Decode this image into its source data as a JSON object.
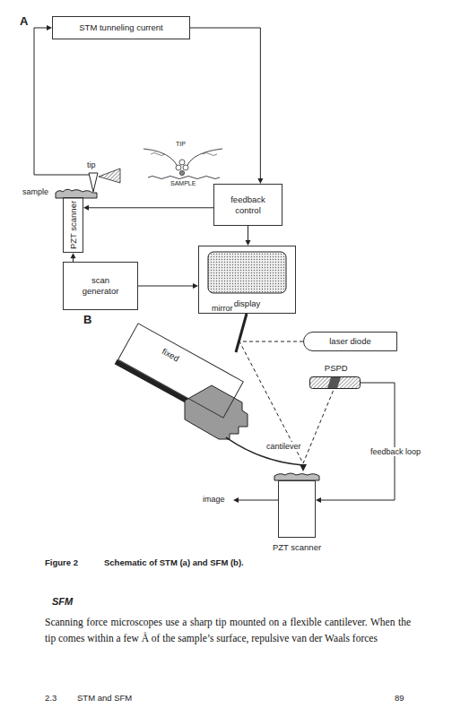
{
  "diagram": {
    "nodes": [
      {
        "text": [
          "STM tunneling current"
        ]
      },
      {
        "text": [
          "feedback control"
        ]
      },
      {
        "text": [
          "PZT scanner"
        ]
      },
      {
        "text": [
          "scan generator"
        ]
      },
      {
        "text": [
          "display"
        ]
      },
      {
        "text": [
          "laser diode"
        ]
      },
      {
        "text": [
          "PSPD"
        ]
      },
      {
        "text": [
          "fixed"
        ]
      },
      {
        "text": [
          "PZT scanner"
        ]
      }
    ],
    "edges": [
      {
        "from": 0,
        "to": 1,
        "arrow": "to"
      },
      {
        "from": 1,
        "to": 2,
        "arrow": "to"
      },
      {
        "from": 1,
        "to": 4,
        "arrow": "to"
      },
      {
        "from": 3,
        "to": 2,
        "arrow": "to"
      },
      {
        "from": 3,
        "to": 4,
        "arrow": "to"
      },
      {
        "from": 5,
        "to": 6,
        "arrow": "none"
      },
      {
        "from": 6,
        "to": 8,
        "arrow": "to"
      }
    ],
    "labels": [
      "A",
      "TIP",
      "SAMPLE",
      "tip",
      "sample",
      "B",
      "mirror",
      "cantilever",
      "feedback loop",
      "image",
      "Figure 2",
      "Schematic of STM (a) and SFM (b).",
      "SFM",
      "Scanning force microscopes use a sharp tip mounted on a flexible cantilever. When the tip comes within a few Å of the sample’s surface, repulsive van der Waals forces",
      "2.3",
      "STM and SFM",
      "89"
    ]
  }
}
